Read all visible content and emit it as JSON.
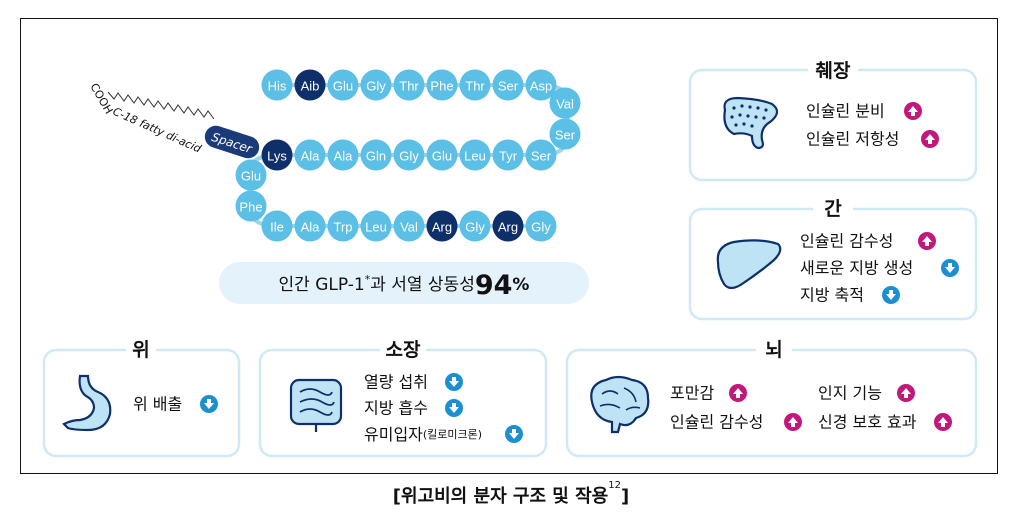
{
  "caption": {
    "text": "[위고비의 분자 구조 및 작용",
    "sup": "12",
    "end": "]"
  },
  "molecule": {
    "acid_end": "COOH",
    "fatty_acid": "C-18 fatty di-acid",
    "spacer": "Spacer",
    "row1": [
      "His",
      "Aib",
      "Glu",
      "Gly",
      "Thr",
      "Phe",
      "Thr",
      "Ser",
      "Asp"
    ],
    "turn1": [
      "Val",
      "Ser"
    ],
    "row2": [
      "Lys",
      "Ala",
      "Ala",
      "Gln",
      "Gly",
      "Glu",
      "Leu",
      "Tyr",
      "Ser"
    ],
    "turn2": [
      "Glu",
      "Phe"
    ],
    "row3": [
      "Ile",
      "Ala",
      "Trp",
      "Leu",
      "Val",
      "Arg",
      "Gly",
      "Arg",
      "Gly"
    ],
    "homology": {
      "pre": "인간 GLP-1",
      "star": "*",
      "post": "과 서열 상동성",
      "value": "94",
      "unit": "%"
    }
  },
  "panels": {
    "pancreas": {
      "title": "췌장",
      "icon": "pancreas-icon",
      "items": [
        {
          "label": "인슐린 분비",
          "dir": "up"
        },
        {
          "label": "인슐린 저항성",
          "dir": "up"
        }
      ]
    },
    "liver": {
      "title": "간",
      "icon": "liver-icon",
      "items": [
        {
          "label": "인슐린 감수성",
          "dir": "up"
        },
        {
          "label": "새로운 지방 생성",
          "dir": "down"
        },
        {
          "label": "지방 축적",
          "dir": "down"
        }
      ]
    },
    "stomach": {
      "title": "위",
      "icon": "stomach-icon",
      "items": [
        {
          "label": "위 배출",
          "dir": "down"
        }
      ]
    },
    "intestine": {
      "title": "소장",
      "icon": "intestine-icon",
      "items": [
        {
          "label": "열량 섭취",
          "dir": "down"
        },
        {
          "label": "지방 흡수",
          "dir": "down"
        },
        {
          "label": "유미입자",
          "sub": "(킬로미크론)",
          "dir": "down"
        }
      ]
    },
    "brain": {
      "title": "뇌",
      "icon": "brain-icon",
      "items": [
        {
          "label": "포만감",
          "dir": "up"
        },
        {
          "label": "인슐린 감수성",
          "dir": "up"
        },
        {
          "label": "인지 기능",
          "dir": "up"
        },
        {
          "label": "신경 보호 효과",
          "dir": "up"
        }
      ]
    }
  },
  "colors": {
    "residue": "#5bbfe6",
    "residue_dark": "#0f2f6b",
    "up": "#c2187b",
    "down": "#1b8fd0",
    "panel_border": "#cfeaf6"
  }
}
